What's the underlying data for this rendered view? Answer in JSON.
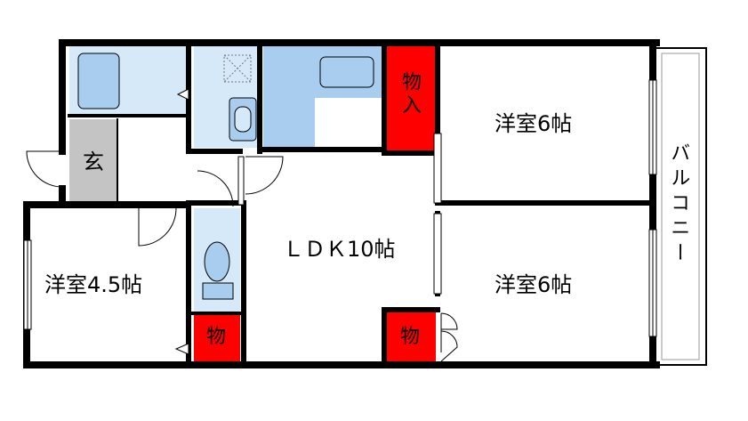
{
  "rooms": {
    "western_1": "洋室6帖",
    "western_2": "洋室6帖",
    "western_3": "洋室4.5帖",
    "ldk": "ＬＤＫ10帖",
    "entrance": "玄",
    "balcony": "バルコニー",
    "storage_top": "物入",
    "storage_mid": "物",
    "storage_right": "物"
  },
  "colors": {
    "wall": "#000000",
    "bath_blue": "#a9cdee",
    "wash_blue": "#d6e9f8",
    "storage_red": "#ff0000",
    "entrance_gray": "#c4c4c4"
  }
}
